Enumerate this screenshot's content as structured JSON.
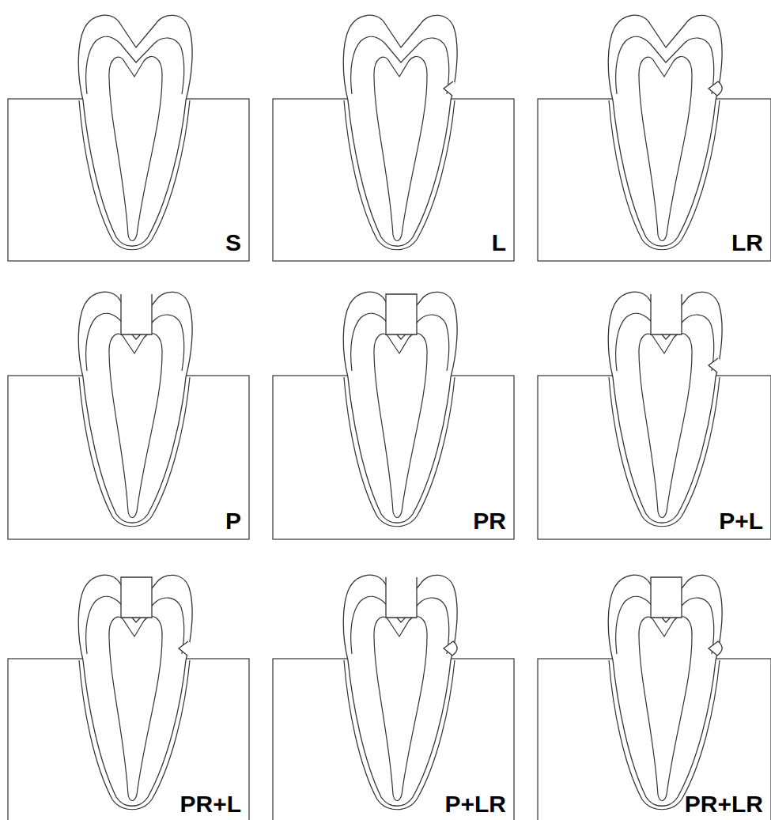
{
  "diagram": {
    "nodes": [
      {
        "text": [
          "S"
        ]
      },
      {
        "text": [
          "L"
        ]
      },
      {
        "text": [
          "LR"
        ]
      },
      {
        "text": [
          "P"
        ]
      },
      {
        "text": [
          "PR"
        ]
      },
      {
        "text": [
          "P+L"
        ]
      },
      {
        "text": [
          "PR+L"
        ]
      },
      {
        "text": [
          "P+LR"
        ]
      },
      {
        "text": [
          "PR+LR"
        ]
      }
    ]
  }
}
